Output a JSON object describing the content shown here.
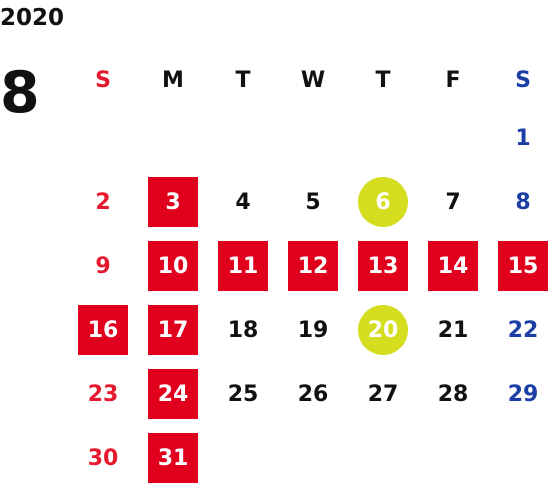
{
  "year": "2020",
  "month": "8",
  "colors": {
    "sunday": "#e5192e",
    "saturday": "#1a3ea3",
    "holiday_bg": "#e0001e",
    "marked_bg": "#d4dd1e"
  },
  "weekdays": [
    {
      "label": "S",
      "type": "sun"
    },
    {
      "label": "M",
      "type": "wk"
    },
    {
      "label": "T",
      "type": "wk"
    },
    {
      "label": "W",
      "type": "wk"
    },
    {
      "label": "T",
      "type": "wk"
    },
    {
      "label": "F",
      "type": "wk"
    },
    {
      "label": "S",
      "type": "sat"
    }
  ],
  "weeks": [
    [
      "",
      "",
      "",
      "",
      "",
      "",
      "1"
    ],
    [
      "2",
      "3",
      "4",
      "5",
      "6",
      "7",
      "8"
    ],
    [
      "9",
      "10",
      "11",
      "12",
      "13",
      "14",
      "15"
    ],
    [
      "16",
      "17",
      "18",
      "19",
      "20",
      "21",
      "22"
    ],
    [
      "23",
      "24",
      "25",
      "26",
      "27",
      "28",
      "29"
    ],
    [
      "30",
      "31",
      "",
      "",
      "",
      "",
      ""
    ]
  ],
  "holidays": [
    "3",
    "10",
    "11",
    "12",
    "13",
    "14",
    "15",
    "16",
    "17",
    "24",
    "31"
  ],
  "marked": [
    "6",
    "20"
  ]
}
